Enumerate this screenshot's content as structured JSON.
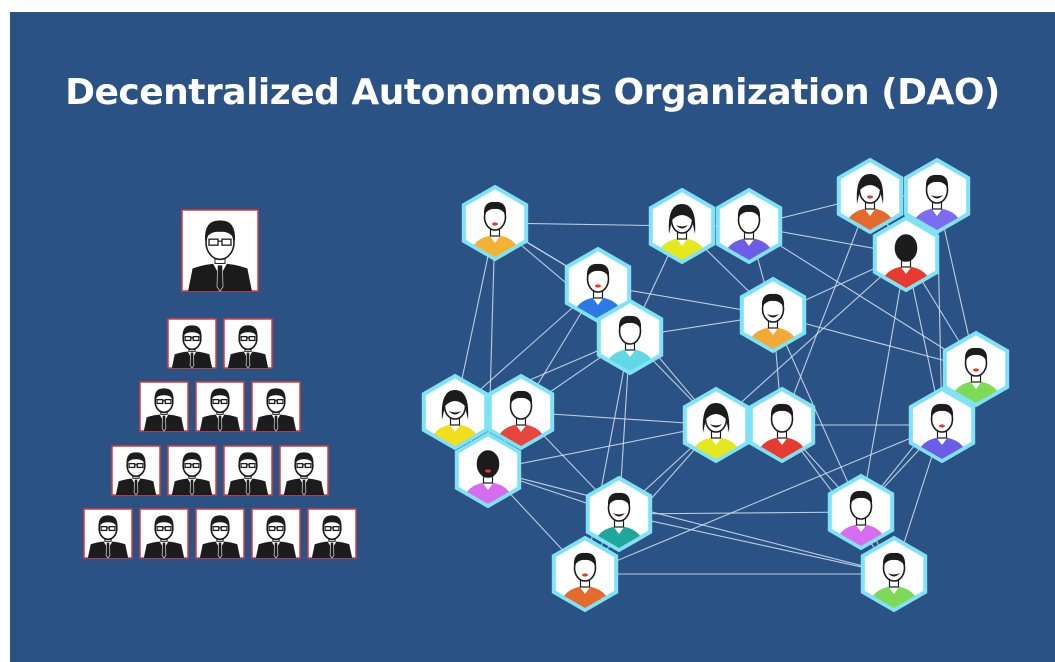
{
  "title": "Decentralized Autonomous Organization (DAO)",
  "colors": {
    "background": "#2b5285",
    "hex_border": "#7fe3f5",
    "hierarchy_frame": "#d93a3a",
    "network_line": "#d7e3f0"
  },
  "hierarchy": {
    "icon": "businessman-avatar-icon",
    "leader_count": 1,
    "rows": [
      2,
      3,
      4,
      5
    ]
  },
  "network": {
    "icon": "person-avatar-icon",
    "shirt_colors": [
      "#f2b233",
      "#e5e81e",
      "#6c5ce7",
      "#e46a2e",
      "#7e6cf0",
      "#e83b2f",
      "#2c7be5",
      "#f2a935",
      "#62d7e6",
      "#7ed957",
      "#f2de1b",
      "#e8453c",
      "#d76cf0",
      "#e5e81e",
      "#e83b2f",
      "#6c5ce7",
      "#1fa79b",
      "#d76cf0",
      "#e46a2e",
      "#7ed957"
    ]
  }
}
